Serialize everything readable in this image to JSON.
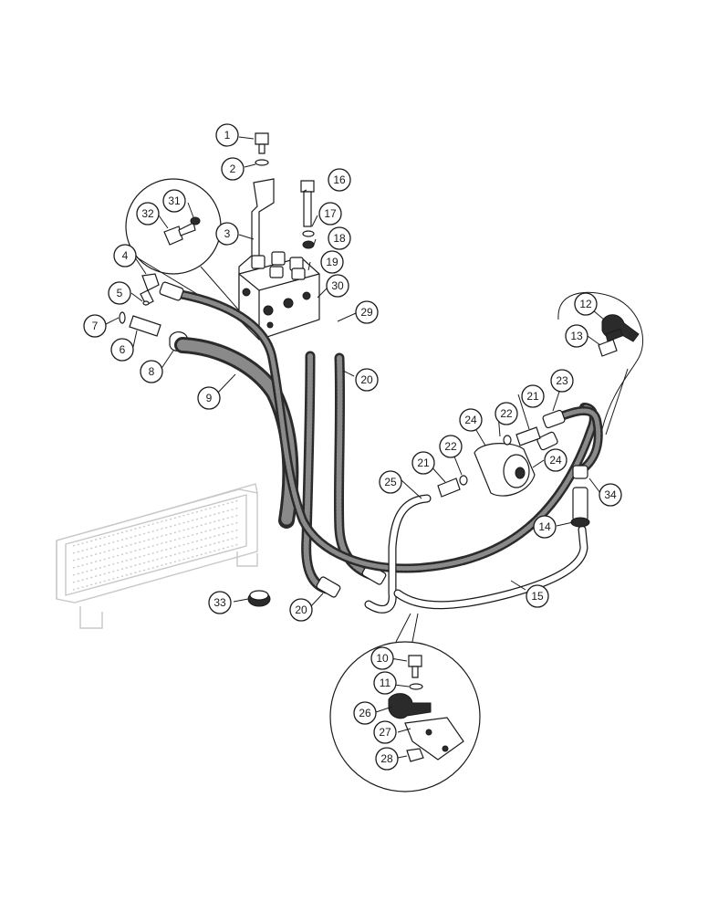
{
  "callouts": [
    {
      "id": "c1",
      "label": "1"
    },
    {
      "id": "c2",
      "label": "2"
    },
    {
      "id": "c3",
      "label": "3"
    },
    {
      "id": "c4",
      "label": "4"
    },
    {
      "id": "c5",
      "label": "5"
    },
    {
      "id": "c6",
      "label": "6"
    },
    {
      "id": "c7",
      "label": "7"
    },
    {
      "id": "c8",
      "label": "8"
    },
    {
      "id": "c9",
      "label": "9"
    },
    {
      "id": "c10",
      "label": "10"
    },
    {
      "id": "c11",
      "label": "11"
    },
    {
      "id": "c12",
      "label": "12"
    },
    {
      "id": "c13",
      "label": "13"
    },
    {
      "id": "c14",
      "label": "14"
    },
    {
      "id": "c15",
      "label": "15"
    },
    {
      "id": "c16",
      "label": "16"
    },
    {
      "id": "c17",
      "label": "17"
    },
    {
      "id": "c18",
      "label": "18"
    },
    {
      "id": "c19",
      "label": "19"
    },
    {
      "id": "c20a",
      "label": "20"
    },
    {
      "id": "c20b",
      "label": "20"
    },
    {
      "id": "c21a",
      "label": "21"
    },
    {
      "id": "c21b",
      "label": "21"
    },
    {
      "id": "c22a",
      "label": "22"
    },
    {
      "id": "c22b",
      "label": "22"
    },
    {
      "id": "c23",
      "label": "23"
    },
    {
      "id": "c24a",
      "label": "24"
    },
    {
      "id": "c24b",
      "label": "24"
    },
    {
      "id": "c25",
      "label": "25"
    },
    {
      "id": "c26",
      "label": "26"
    },
    {
      "id": "c27",
      "label": "27"
    },
    {
      "id": "c28",
      "label": "28"
    },
    {
      "id": "c29",
      "label": "29"
    },
    {
      "id": "c30",
      "label": "30"
    },
    {
      "id": "c31",
      "label": "31"
    },
    {
      "id": "c32",
      "label": "32"
    },
    {
      "id": "c33",
      "label": "33"
    },
    {
      "id": "c34",
      "label": "34"
    }
  ]
}
